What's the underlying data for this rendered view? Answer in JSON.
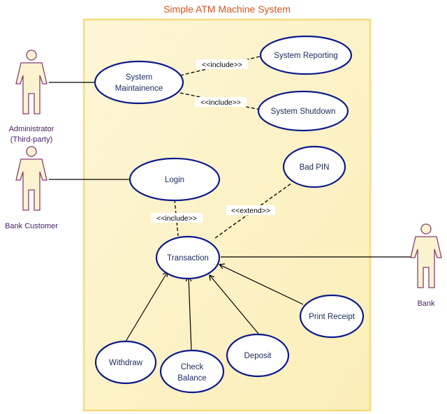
{
  "title": "Simple ATM Machine System",
  "actors": {
    "administrator": {
      "line1": "Administrator",
      "line2": "(Third-party)"
    },
    "customer": {
      "line1": "Bank Customer"
    },
    "bank": {
      "line1": "Bank"
    }
  },
  "use_cases": {
    "system_maintenance": {
      "line1": "System",
      "line2": "Maintainence"
    },
    "system_reporting": {
      "line1": "System Reporting"
    },
    "system_shutdown": {
      "line1": "System Shutdown"
    },
    "login": {
      "line1": "Login"
    },
    "bad_pin": {
      "line1": "Bad PIN"
    },
    "transaction": {
      "line1": "Transaction"
    },
    "withdraw": {
      "line1": "Withdraw"
    },
    "check_balance": {
      "line1": "Check",
      "line2": "Balance"
    },
    "deposit": {
      "line1": "Deposit"
    },
    "print_receipt": {
      "line1": "Print Receipt"
    }
  },
  "relations": {
    "include_reporting": "<<include>>",
    "include_shutdown": "<<include>>",
    "include_login": "<<include>>",
    "extend_bad_pin": "<<extend>>"
  }
}
